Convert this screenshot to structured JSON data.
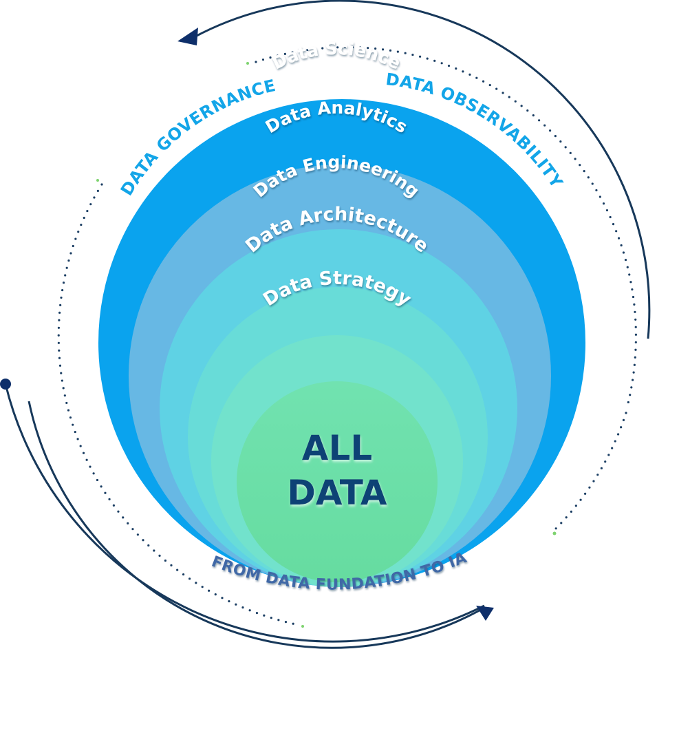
{
  "diagram": {
    "layers": [
      {
        "label": "Data Science",
        "color": "#0aa3ee"
      },
      {
        "label": "Data Analytics",
        "color": "#67b8e4"
      },
      {
        "label": "Data Engineering",
        "color": "#5fd2e4"
      },
      {
        "label": "Data Architecture",
        "color": "#68dcd8"
      },
      {
        "label": "Data Strategy",
        "color": "#72e2cc"
      }
    ],
    "core": {
      "line1": "ALL",
      "line2": "DATA",
      "color": "#6ddfa8",
      "text_color": "#0d4275"
    },
    "governance_label": "DATA GOVERNANCE",
    "observability_label": "DATA OBSERVABILITY",
    "foundation_label": "FROM DATA FUNDATION TO IA",
    "colors": {
      "outer_label": "#13a5e8",
      "foundation_label": "#3f68a6",
      "ring_line": "#17385a",
      "dots": "#1b3e63",
      "arrowhead": "#0e2f6a",
      "accent_green": "#7ed36f"
    }
  }
}
